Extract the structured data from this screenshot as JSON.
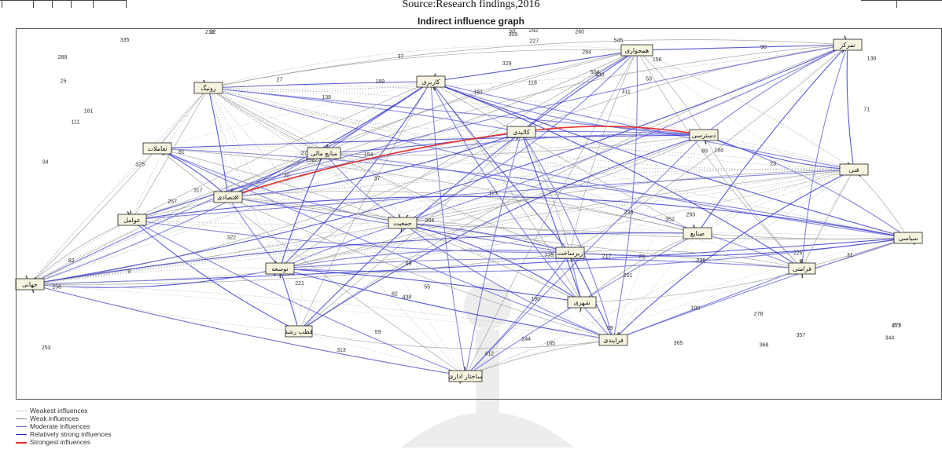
{
  "caption": "Source:Research findings,2016",
  "title": "Indirect influence graph",
  "nodes": [
    {
      "id": "n1",
      "label": "تمرکز"
    },
    {
      "id": "n2",
      "label": "همجواری"
    },
    {
      "id": "n3",
      "label": "رونیگ"
    },
    {
      "id": "n4",
      "label": "کاربری"
    },
    {
      "id": "n5",
      "label": "کالبدی"
    },
    {
      "id": "n6",
      "label": "تعاملات"
    },
    {
      "id": "n7",
      "label": "منابع مالی"
    },
    {
      "id": "n8",
      "label": "دسترسی"
    },
    {
      "id": "n9",
      "label": "فنی"
    },
    {
      "id": "n10",
      "label": "اقتصادی"
    },
    {
      "id": "n11",
      "label": "عوامل"
    },
    {
      "id": "n12",
      "label": "جمعیت"
    },
    {
      "id": "n13",
      "label": "صنایع"
    },
    {
      "id": "n14",
      "label": "سیاسی"
    },
    {
      "id": "n15",
      "label": "زیرساخت"
    },
    {
      "id": "n16",
      "label": "توسعه"
    },
    {
      "id": "n17",
      "label": "فرامتی"
    },
    {
      "id": "n18",
      "label": "جهانی"
    },
    {
      "id": "n19",
      "label": "شهری"
    },
    {
      "id": "n20",
      "label": "قطب رشد"
    },
    {
      "id": "n21",
      "label": "فرایندی"
    },
    {
      "id": "n22",
      "label": "ساختار اداری"
    }
  ],
  "weights": [
    "71",
    "344",
    "352",
    "69",
    "317",
    "55",
    "236",
    "260",
    "221",
    "227",
    "244",
    "253",
    "233",
    "357",
    "89",
    "156",
    "37",
    "277",
    "225",
    "94",
    "438",
    "90",
    "204",
    "430",
    "325",
    "111",
    "311",
    "276",
    "118",
    "69",
    "30",
    "390",
    "212",
    "322",
    "545",
    "138",
    "9",
    "23",
    "185",
    "161",
    "81",
    "138",
    "25",
    "412",
    "257",
    "504",
    "31",
    "365",
    "53",
    "37",
    "27",
    "82",
    "217",
    "278",
    "50",
    "313",
    "201",
    "23",
    "184",
    "309",
    "292",
    "113",
    "189",
    "161",
    "329",
    "258",
    "190",
    "225",
    "100",
    "59",
    "154",
    "288",
    "335",
    "225",
    "92",
    "82",
    "451",
    "368",
    "293",
    "284"
  ],
  "legend": [
    {
      "label": "Weakest influences",
      "color": "#d0d0d0"
    },
    {
      "label": "Weak influences",
      "color": "#8c8c8c"
    },
    {
      "label": "Moderate influences",
      "color": "#5b5bd6"
    },
    {
      "label": "Relatively strong influences",
      "color": "#2020c8"
    },
    {
      "label": "Strongest influences",
      "color": "#e03030"
    }
  ]
}
